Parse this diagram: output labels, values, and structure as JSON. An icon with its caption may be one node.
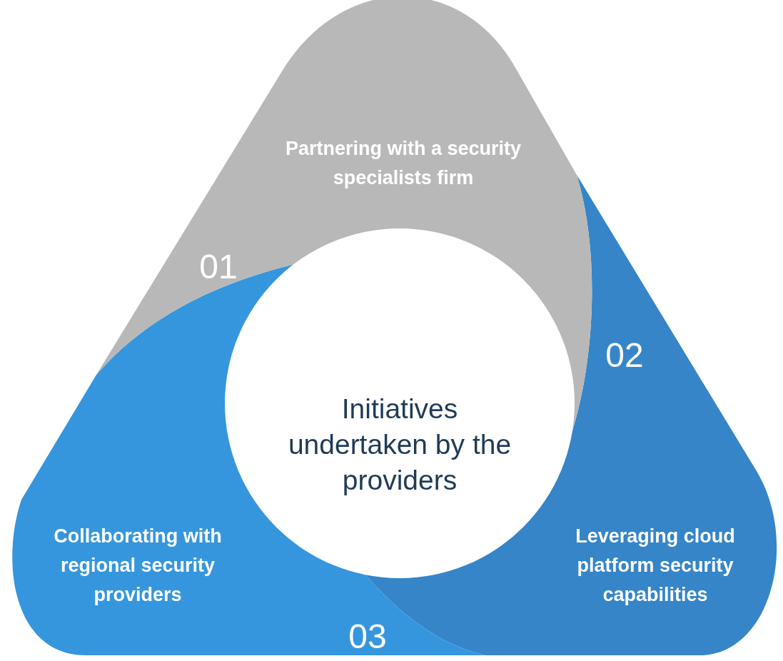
{
  "diagram": {
    "nodes": [
      {
        "text": [
          "Partnering with a security specialists firm",
          "01"
        ]
      },
      {
        "text": [
          "02",
          "Leveraging cloud platform security capabilities"
        ]
      },
      {
        "text": [
          "Collaborating with regional security providers",
          "03"
        ]
      },
      {
        "text": [
          "Initiatives undertaken by the providers"
        ]
      }
    ],
    "edges": []
  }
}
